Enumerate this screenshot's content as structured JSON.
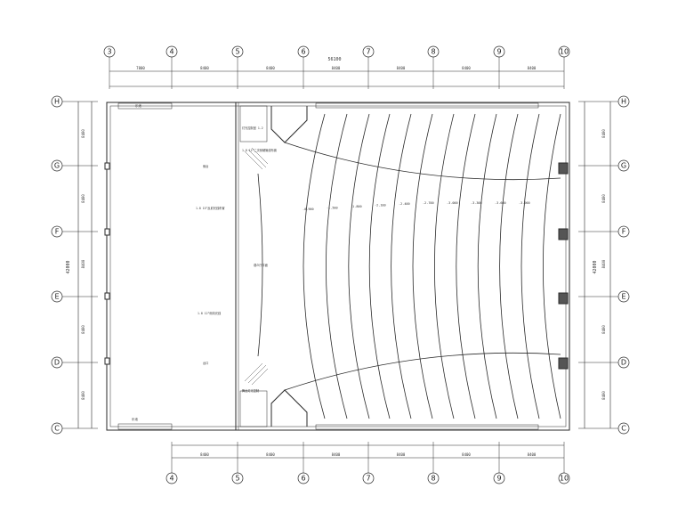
{
  "drawing": {
    "top_total_dim": "56100",
    "left_total_dim": "42000",
    "right_total_dim": "42000",
    "colors": {
      "line": "#2a2a2a",
      "accent": "#555555"
    }
  },
  "grid": {
    "columns_top": [
      "3",
      "4",
      "5",
      "6",
      "7",
      "8",
      "9",
      "10"
    ],
    "columns_bottom": [
      "4",
      "5",
      "6",
      "7",
      "8",
      "9",
      "10"
    ],
    "rows": [
      "H",
      "G",
      "F",
      "E",
      "D",
      "C"
    ]
  },
  "dims": {
    "top_spans": [
      "7800",
      "8400",
      "8400",
      "8400",
      "8400",
      "8400",
      "8400"
    ],
    "bottom_spans": [
      "8400",
      "8400",
      "8400",
      "8400",
      "8400",
      "8400"
    ],
    "left_spans": [
      "8400",
      "8400",
      "8400",
      "8400",
      "8400"
    ],
    "right_spans": [
      "8400",
      "8400",
      "8400",
      "8400",
      "8400"
    ]
  },
  "annotations": {
    "stage_label_a": "乐池",
    "stage_label_b": "乐池",
    "row_level_labels": [
      "-0.900",
      "-1.500",
      "-1.800",
      "-2.100",
      "-2.400",
      "-2.700",
      "-3.000",
      "-3.300",
      "-3.600",
      "-3.900"
    ],
    "note_1": "灯光控制室 1.2",
    "note_2": "1.8 12°二次侧硬管线布置",
    "note_3": "1.8 15°反射光线布置",
    "note_4": "观众厅平面",
    "note_5": "1.8 12°侧向光线",
    "note_6": "侧台",
    "note_7": "台口",
    "note_8": "舞台灯光控制"
  }
}
